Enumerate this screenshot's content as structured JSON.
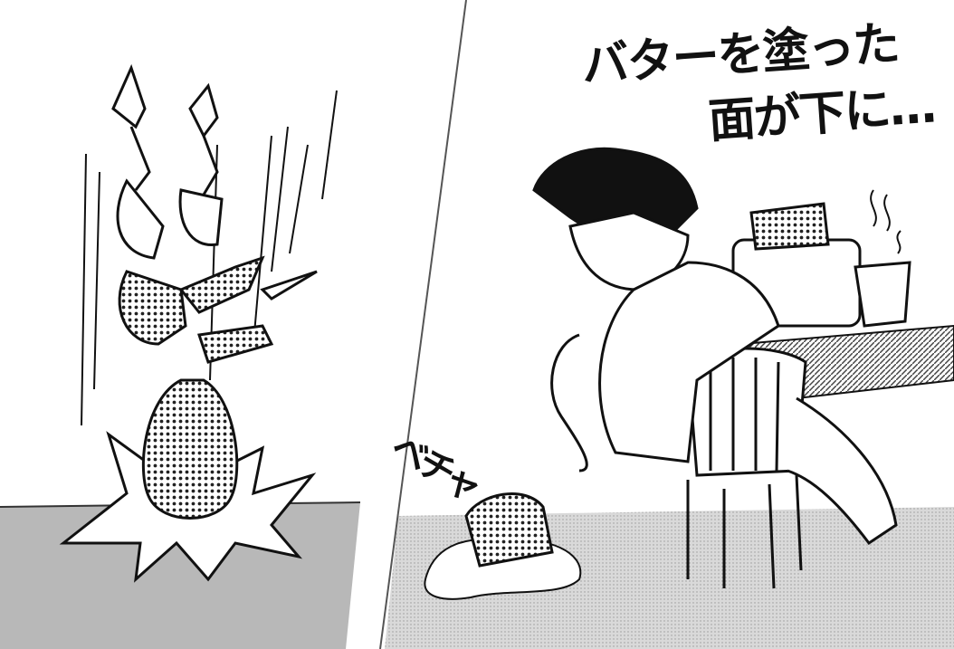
{
  "caption": {
    "line1": "バターを塗った",
    "line2": "面が下に…"
  },
  "sound_effect": "ベチャ"
}
